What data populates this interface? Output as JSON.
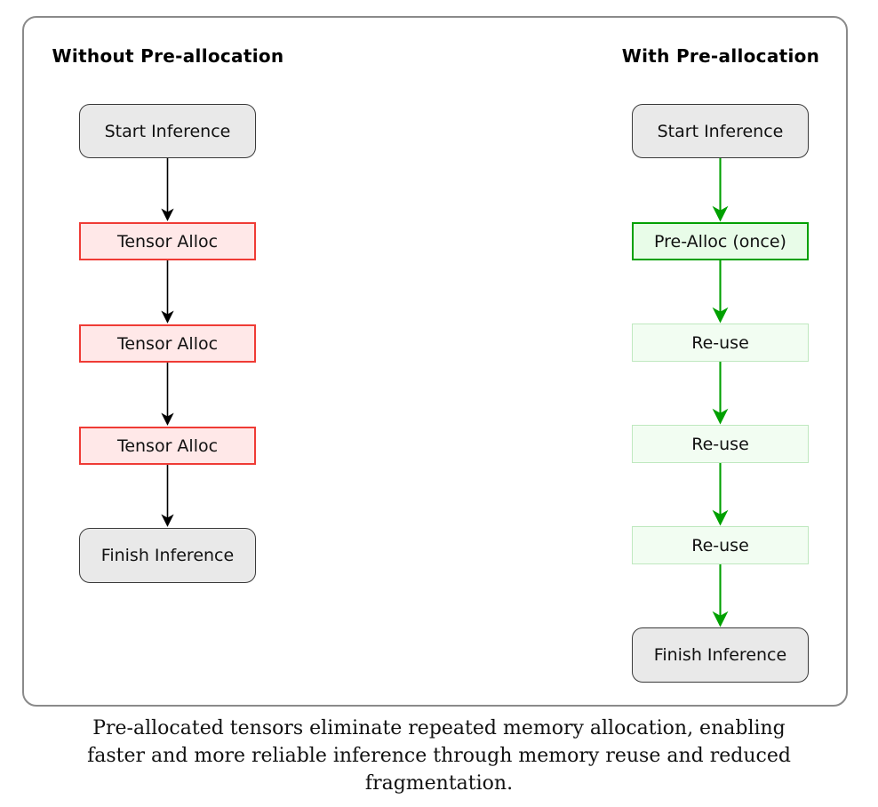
{
  "diagram": {
    "left": {
      "title": "Without Pre-allocation",
      "nodes": [
        "Start Inference",
        "Tensor Alloc",
        "Tensor Alloc",
        "Tensor Alloc",
        "Finish Inference"
      ]
    },
    "right": {
      "title": "With Pre-allocation",
      "nodes": [
        "Start Inference",
        "Pre-Alloc (once)",
        "Re-use",
        "Re-use",
        "Re-use",
        "Finish Inference"
      ]
    }
  },
  "caption": {
    "lines": [
      "Pre-allocated tensors eliminate repeated memory allocation, enabling",
      "faster and more reliable inference through memory reuse and reduced",
      "fragmentation."
    ]
  },
  "colors": {
    "terminal_fill": "#e9e9e9",
    "terminal_border": "#3a3a3a",
    "alloc_fill": "#ffe8e8",
    "alloc_border": "#ef3b35",
    "prealloc_fill": "#e8fce8",
    "prealloc_border": "#00a000",
    "reuse_fill": "#f2fdf2",
    "reuse_border": "#bfe8bf",
    "arrow_without": "#000000",
    "arrow_with": "#00a000",
    "frame_border": "#8a8a8a"
  }
}
